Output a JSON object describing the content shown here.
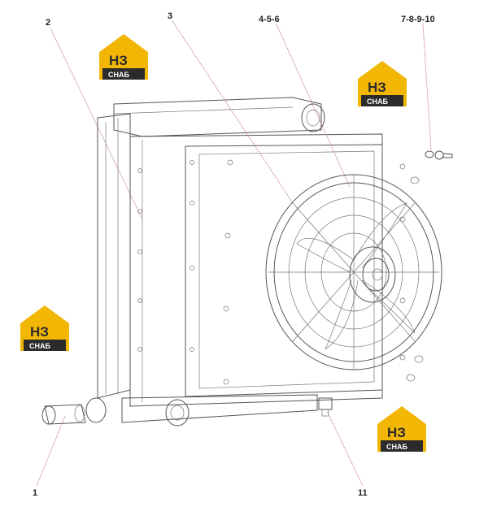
{
  "callouts": {
    "c1": "1",
    "c2": "2",
    "c3": "3",
    "c456": "4-5-6",
    "c78910": "7-8-9-10",
    "c11": "11"
  },
  "logo": {
    "mark": "НЗ",
    "text": "СНАБ",
    "color_yellow": "#f2b705",
    "color_dark": "#2b2b2b"
  }
}
